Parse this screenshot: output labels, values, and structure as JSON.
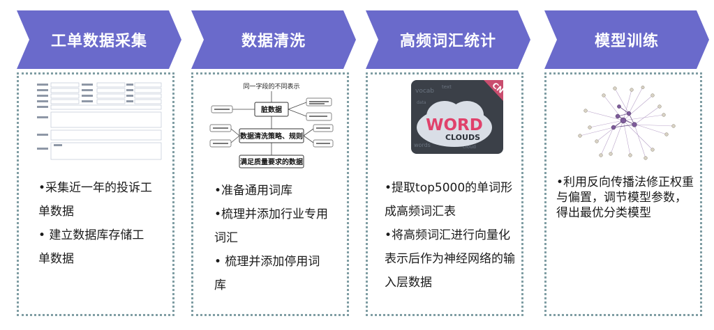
{
  "colors": {
    "chevron": "#6a6acb",
    "border": "#7f9da3"
  },
  "steps": [
    {
      "title": "工单数据采集",
      "bullets": [
        "•采集近一年的投诉工单数据",
        "• 建立数据库存储工单数据"
      ]
    },
    {
      "title": "数据清洗",
      "bullets": [
        "•准备通用词库",
        "•梳理并添加行业专用词汇",
        "• 梳理并添加停用词库"
      ],
      "diagram": {
        "heading": "同一字段的不同表示",
        "box1": "脏数据",
        "box2": "数据清洗策略、规则",
        "box3": "满足质量要求的数据"
      }
    },
    {
      "title": "高频词汇统计",
      "bullets": [
        "•提取top5000的单词形成高频词汇表",
        "•将高频词汇进行向量化表示后作为神经网络的输入层数据"
      ],
      "wordcloud": {
        "line1": "WORD",
        "line2": "CLOUDS",
        "badge": "CN"
      }
    },
    {
      "title": "模型训练",
      "bullets": [
        "•利用反向传播法修正权重与偏置，调节模型参数，得出最优分类模型"
      ]
    }
  ]
}
